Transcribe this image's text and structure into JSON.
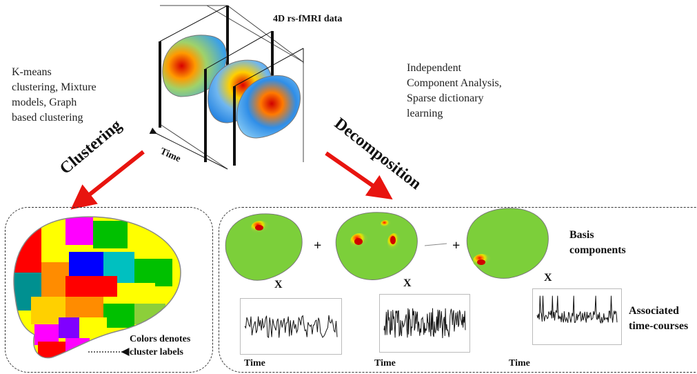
{
  "header": {
    "data_label": "4D rs-fMRI data",
    "time_axis_label": "Time"
  },
  "clustering": {
    "methods": [
      "K-means",
      "clustering, Mixture",
      "models, Graph",
      "based clustering"
    ],
    "arrow_label": "Clustering",
    "legend_line1": "Colors denotes",
    "legend_line2": "cluster labels"
  },
  "decomposition": {
    "methods": [
      "Independent",
      "Component Analysis,",
      "Sparse dictionary",
      "learning"
    ],
    "arrow_label": "Decomposition",
    "basis_label_line1": "Basis",
    "basis_label_line2": "components",
    "timecourse_label_line1": "Associated",
    "timecourse_label_line2": "time-courses",
    "plus_symbol": "+",
    "times_symbol": "X",
    "time_labels": [
      "Time",
      "Time",
      "Time"
    ]
  },
  "colors": {
    "arrow": "#e8140f",
    "brain_base": "#7ccf3a",
    "cluster_palette": [
      "#ffff00",
      "#ff0000",
      "#0000ff",
      "#00c000",
      "#ff8c00",
      "#8000ff",
      "#ff00ff",
      "#00b0b0"
    ]
  }
}
